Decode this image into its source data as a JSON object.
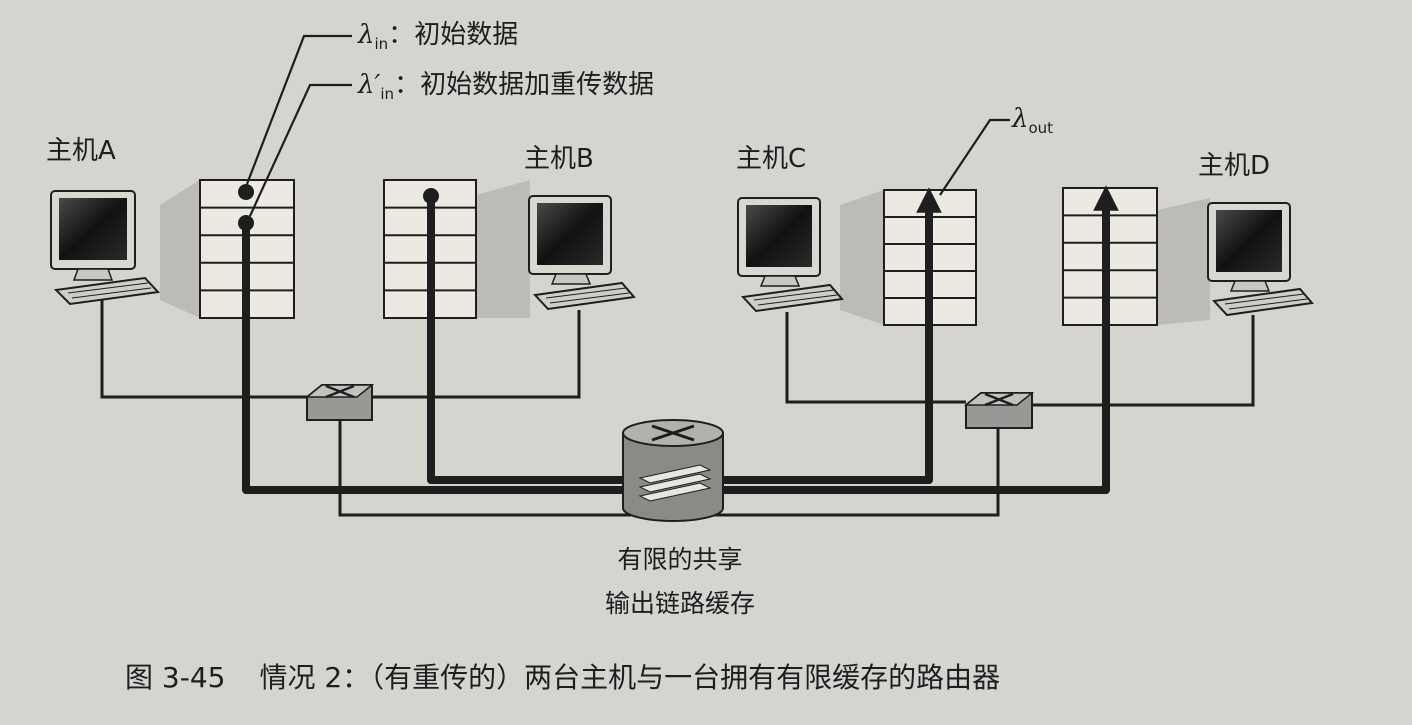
{
  "legend": {
    "lambda_in": {
      "symbol": "λ",
      "sub": "in",
      "sep": "：",
      "text": "初始数据"
    },
    "lambda_in_prime": {
      "symbol": "λ′",
      "sub": "in",
      "sep": "：",
      "text": "初始数据加重传数据"
    },
    "lambda_out": {
      "symbol": "λ",
      "sub": "out"
    }
  },
  "hosts": {
    "a": "主机A",
    "b": "主机B",
    "c": "主机C",
    "d": "主机D"
  },
  "router": {
    "line1": "有限的共享",
    "line2": "输出链路缓存"
  },
  "caption": {
    "number": "图 3-45",
    "text": "情况 2：（有重传的）两台主机与一台拥有有限缓存的路由器"
  },
  "colors": {
    "background": "#d6d4cf",
    "ink": "#1e1e1e",
    "buffer_shadow": "#b8b6b1",
    "monitor_screen": "#1a1a1a"
  }
}
